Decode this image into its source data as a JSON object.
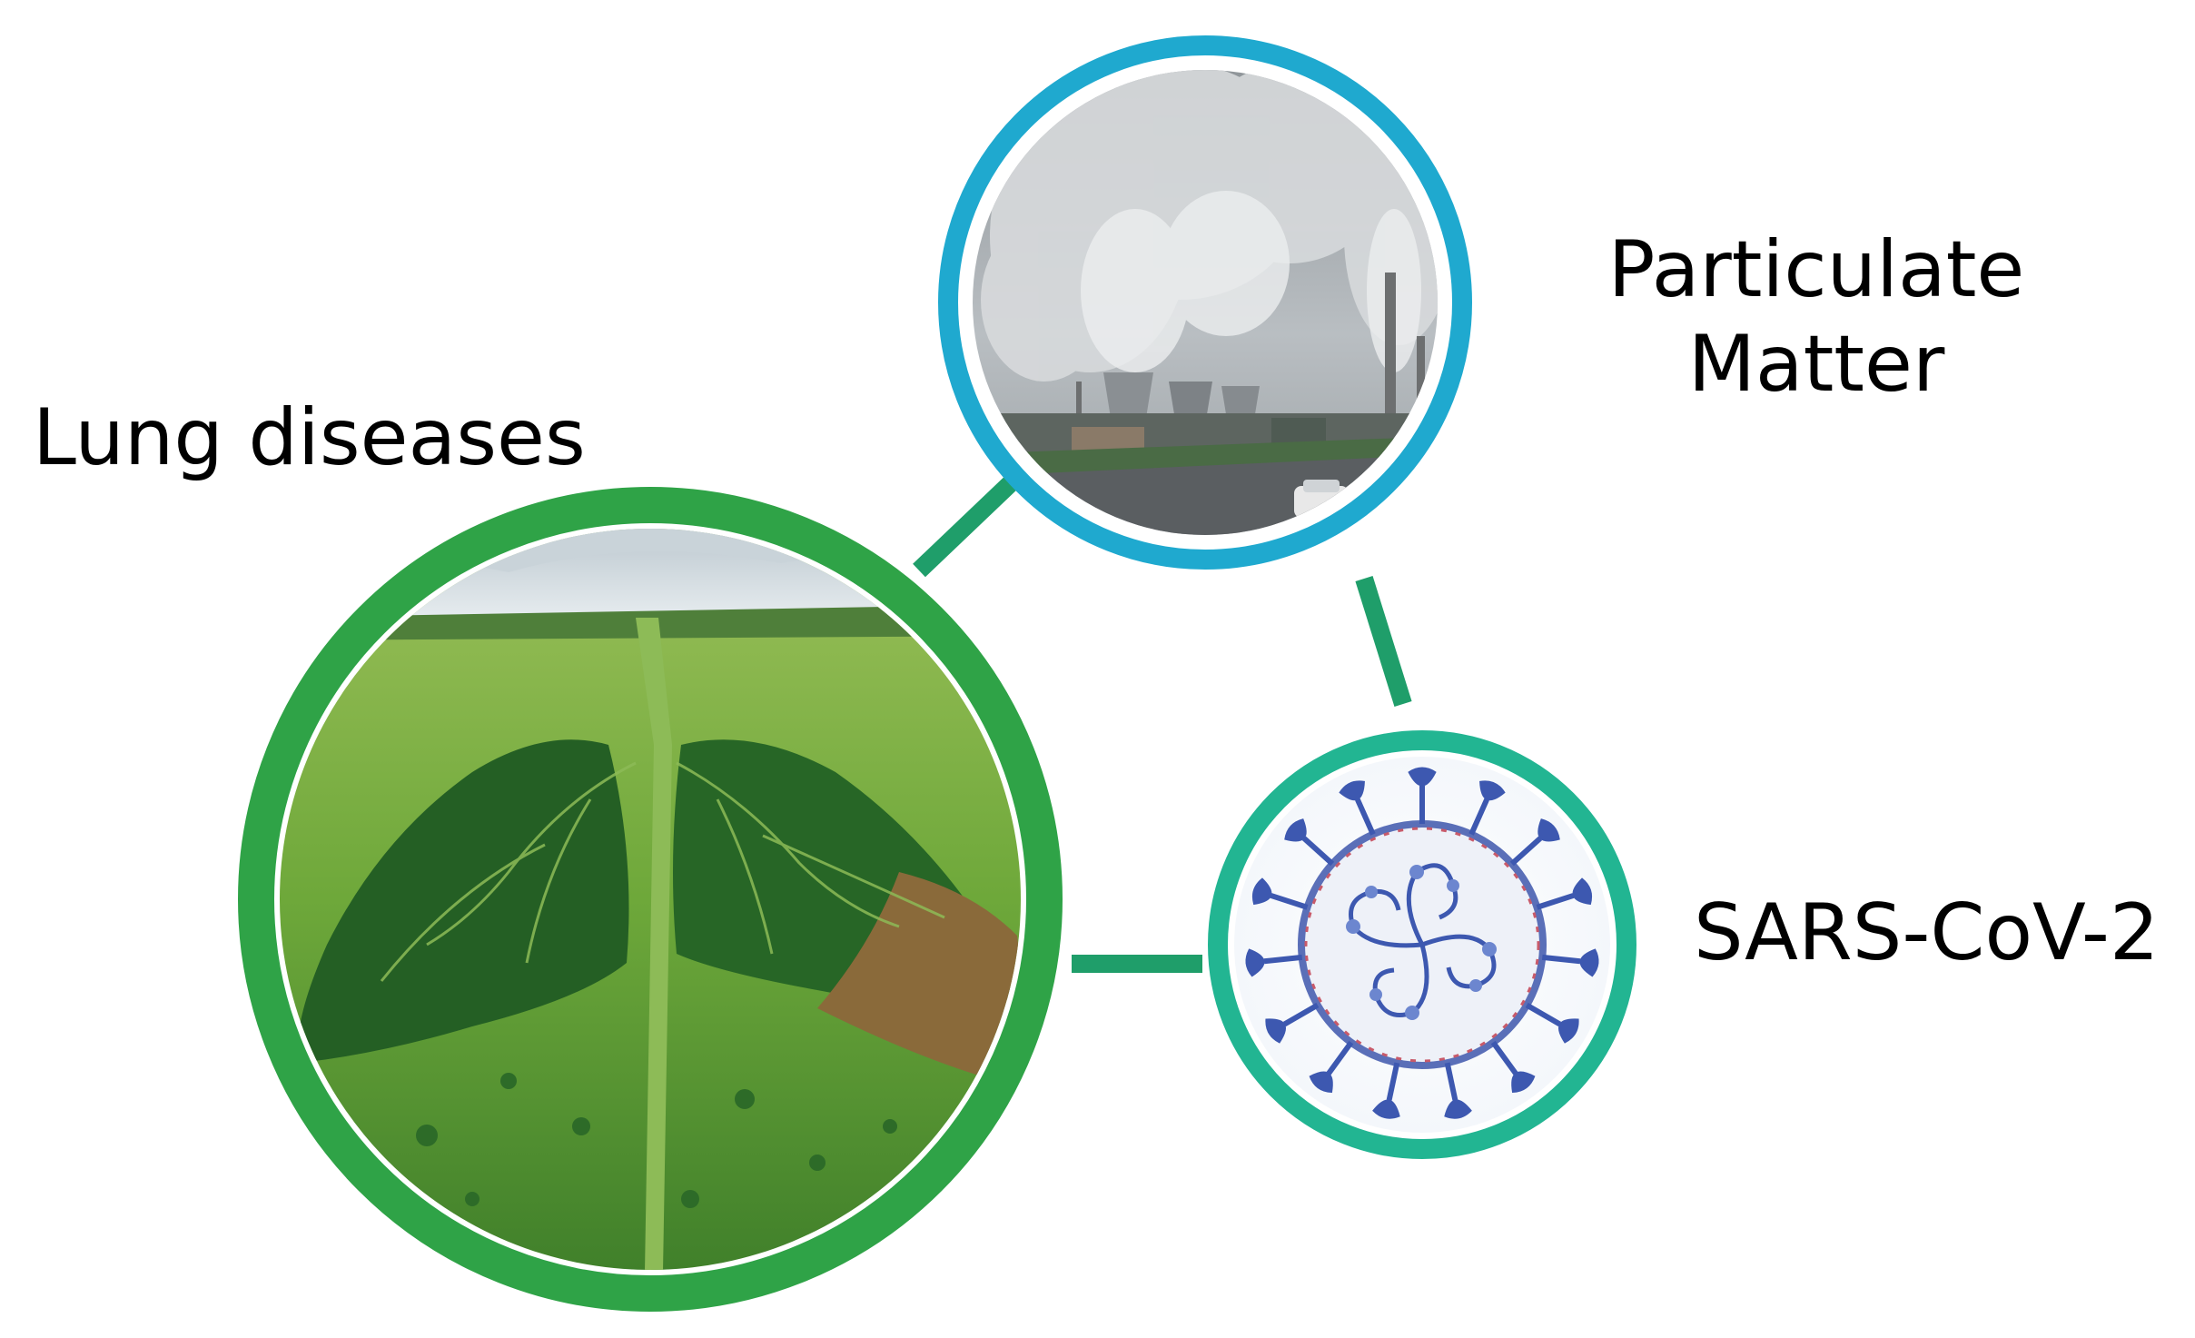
{
  "nodes": {
    "lung": {
      "label": "Lung diseases",
      "image": "aerial forest shaped like lungs",
      "ring_color": "#2fa347"
    },
    "particulate": {
      "label_line1": "Particulate",
      "label_line2": "Matter",
      "image": "power plant smokestacks with smoke",
      "ring_color": "#1fa9cf"
    },
    "sars": {
      "label": "SARS-CoV-2",
      "image": "coronavirus illustration",
      "ring_color": "#22b592"
    }
  },
  "connector_color": "#1f9e6a"
}
